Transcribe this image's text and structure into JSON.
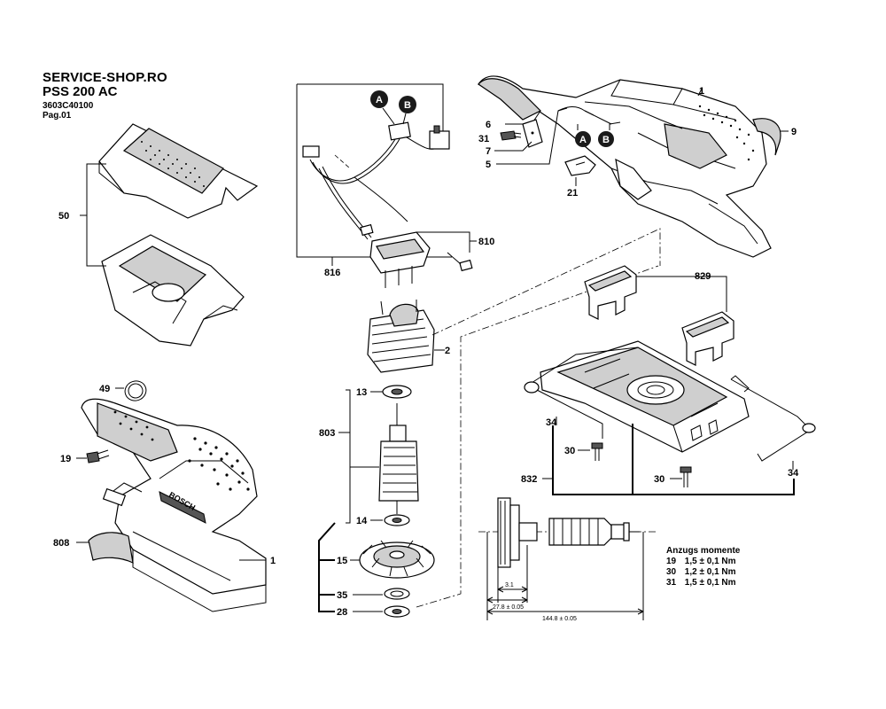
{
  "header": {
    "shop": "SERVICE-SHOP.RO",
    "model": "PSS 200 AC",
    "code": "3603C40100",
    "page": "Pag.01"
  },
  "labels": {
    "l1_top": "1",
    "l9": "9",
    "l6": "6",
    "l31": "31",
    "l7": "7",
    "l5": "5",
    "l21": "21",
    "l50": "50",
    "l816": "816",
    "l810": "810",
    "l829": "829",
    "l2": "2",
    "l13": "13",
    "l803": "803",
    "l14": "14",
    "l15": "15",
    "l35": "35",
    "l28": "28",
    "l49": "49",
    "l19": "19",
    "l808": "808",
    "l1_bottom": "1",
    "l34_left": "34",
    "l30_a": "30",
    "l30_b": "30",
    "l832": "832",
    "l34_right": "34",
    "badge_a_top": "A",
    "badge_b_top": "B",
    "badge_a_right": "A",
    "badge_b_right": "B"
  },
  "dimensions": {
    "d1": "3.1",
    "d2": "27.8 ± 0.05",
    "d3": "144.8 ± 0.05"
  },
  "torque": {
    "title": "Anzugs momente",
    "rows": [
      {
        "part": "19",
        "value": "1,5 ± 0,1 Nm"
      },
      {
        "part": "30",
        "value": "1,2 ± 0,1 Nm"
      },
      {
        "part": "31",
        "value": "1,5 ± 0,1 Nm"
      }
    ]
  },
  "colors": {
    "ink": "#000000",
    "paper": "#ffffff",
    "shade": "#cfcfcf",
    "badge": "#1a1a1a"
  },
  "housing_text": "BOSCH"
}
